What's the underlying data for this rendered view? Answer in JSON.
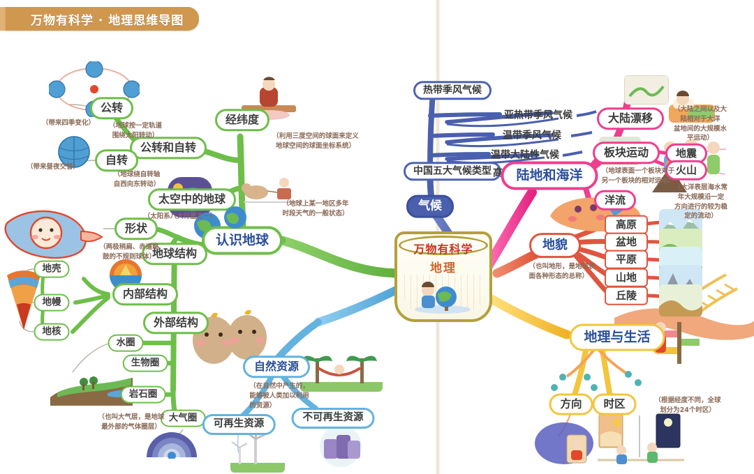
{
  "banner": {
    "title": "万物有科学 · 地理思维导图",
    "color": "#d0974f"
  },
  "center": {
    "title": "万物有科学",
    "subtitle": "地理"
  },
  "branches": {
    "earth": {
      "color": "#6ebe4a",
      "root": "认识地球",
      "nodes": {
        "revolution_rotation": "公转和自转",
        "revolution": "公转",
        "revolution_note": "（地球按一定轨道\n围绕太阳转动）",
        "revolution_effect": "（带来四季变化）",
        "rotation": "自转",
        "rotation_note": "（地球绕自转轴\n自西向东转动）",
        "rotation_effect": "（带来昼夜交替）",
        "earth_in_space": "太空中的地球",
        "earth_in_space_note": "（太阳系八大行星之一）",
        "lat_long": "经纬度",
        "lat_long_note": "（利用三度空间的球面来定义\n地球空间的球面坐标系统）",
        "shape": "形状",
        "shape_note": "（两极稍扁、赤道略\n鼓的不规则球体）",
        "structure": "地球结构",
        "internal": "内部结构",
        "crust": "地壳",
        "mantle": "地幔",
        "core": "地核",
        "external": "外部结构",
        "hydrosphere": "水圈",
        "biosphere": "生物圈",
        "lithosphere": "岩石圈",
        "atmosphere": "大气圈",
        "atmosphere_note": "（也叫大气层，是地球\n最外部的气体圈层）"
      }
    },
    "climate": {
      "color": "#4a5fae",
      "root": "气候",
      "root_note": "（地球上某一地区多年\n时段天气的一般状态）",
      "group": "中国五大气候类型",
      "types": [
        "热带季风气候",
        "亚热带季风气候",
        "温带季风气候",
        "温带大陆性气候",
        "高原山地气候"
      ]
    },
    "land_sea": {
      "color": "#ee3e8f",
      "root": "陆地和海洋",
      "nodes": {
        "drift": "大陆漂移",
        "drift_note": "（大陆之间以及大陆相对于大洋\n盆地间的大规模水平运动）",
        "plate": "板块运动",
        "plate_note": "（地球表面一个板块对于\n另一个板块的相对运动）",
        "earthquake": "地震",
        "volcano": "火山",
        "current": "洋流",
        "current_note": "（大洋表层海水常年大规模沿一定\n方向进行的较为稳定的流动）"
      }
    },
    "landform": {
      "color": "#e0553f",
      "root": "地貌",
      "root_note": "（也叫地形，是地球表\n面各种形态的总称）",
      "types": [
        "高原",
        "盆地",
        "平原",
        "山地",
        "丘陵"
      ]
    },
    "resources": {
      "color": "#63b2df",
      "root": "自然资源",
      "root_note": "（在自然中产生的，\n能够被人类加以利用\n的资源）",
      "types": [
        "可再生资源",
        "不可再生资源"
      ]
    },
    "life": {
      "color": "#f2c53d",
      "root": "地理与生活",
      "nodes": {
        "direction": "方向",
        "timezone": "时区",
        "timezone_note": "（根据经度不同，全球\n划分为24个时区）"
      }
    }
  }
}
